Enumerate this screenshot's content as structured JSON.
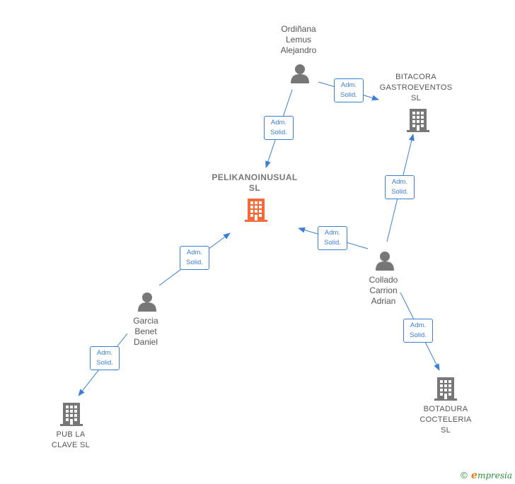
{
  "nodes": {
    "ordinana": {
      "type": "person",
      "label": "Ordiñana\nLemus\nAlejandro"
    },
    "bitacora": {
      "type": "company",
      "label": "BITACORA\nGASTROEVENTOS\nSL"
    },
    "pelikano": {
      "type": "company-main",
      "label": "PELIKANOINUSUAL\nSL"
    },
    "collado": {
      "type": "person",
      "label": "Collado\nCarrion\nAdrian"
    },
    "garcia": {
      "type": "person",
      "label": "Garcia\nBenet\nDaniel"
    },
    "pub": {
      "type": "company",
      "label": "PUB LA\nCLAVE  SL"
    },
    "botadura": {
      "type": "company",
      "label": "BOTADURA\nCOCTELERIA\nSL"
    }
  },
  "edges": [
    {
      "from": "ordinana",
      "to": "bitacora",
      "label_line1": "Adm.",
      "label_line2": "Solid."
    },
    {
      "from": "ordinana",
      "to": "pelikano",
      "label_line1": "Adm.",
      "label_line2": "Solid."
    },
    {
      "from": "collado",
      "to": "bitacora",
      "label_line1": "Adm.",
      "label_line2": "Solid."
    },
    {
      "from": "collado",
      "to": "pelikano",
      "label_line1": "Adm.",
      "label_line2": "Solid."
    },
    {
      "from": "garcia",
      "to": "pelikano",
      "label_line1": "Adm.",
      "label_line2": "Solid."
    },
    {
      "from": "garcia",
      "to": "pub",
      "label_line1": "Adm.",
      "label_line2": "Solid."
    },
    {
      "from": "collado",
      "to": "botadura",
      "label_line1": "Adm.",
      "label_line2": "Solid."
    }
  ],
  "colors": {
    "edge": "#3a7fd5",
    "person_icon": "#777777",
    "company_icon": "#777777",
    "main_company_icon": "#f26b3a"
  },
  "footer": {
    "copyright_symbol": "©",
    "brand_first": "e",
    "brand_rest": "mpresia"
  }
}
